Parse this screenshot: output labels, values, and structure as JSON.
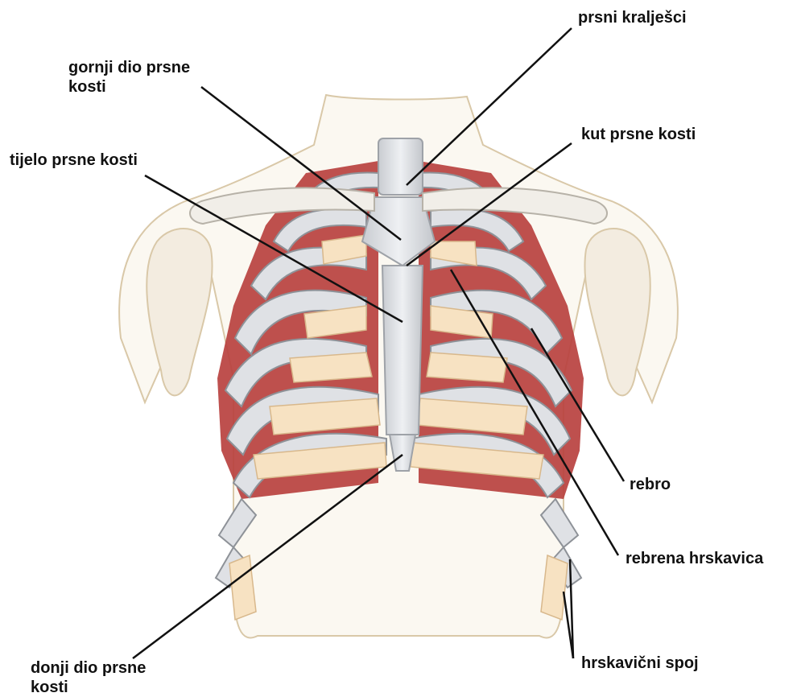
{
  "labels": {
    "thoracic_vertebrae": "prsni kralješci",
    "manubrium": "gornji dio prsne\nkosti",
    "sternal_angle": "kut prsne kosti",
    "sternum_body": "tijelo prsne kosti",
    "rib": "rebro",
    "costal_cartilage": "rebrena hrskavica",
    "cartilaginous_joint": "hrskavični spoj",
    "xiphoid": "donji dio prsne\nkosti"
  },
  "colors": {
    "intercostal_muscle": "#b8413f",
    "bone": "#e4e6ea",
    "bone_shade": "#9ea2a8",
    "cartilage": "#f7e2c2",
    "body_outline": "#d9c8a8",
    "body_fill": "#fbf8f1",
    "leader_line": "#111111"
  }
}
